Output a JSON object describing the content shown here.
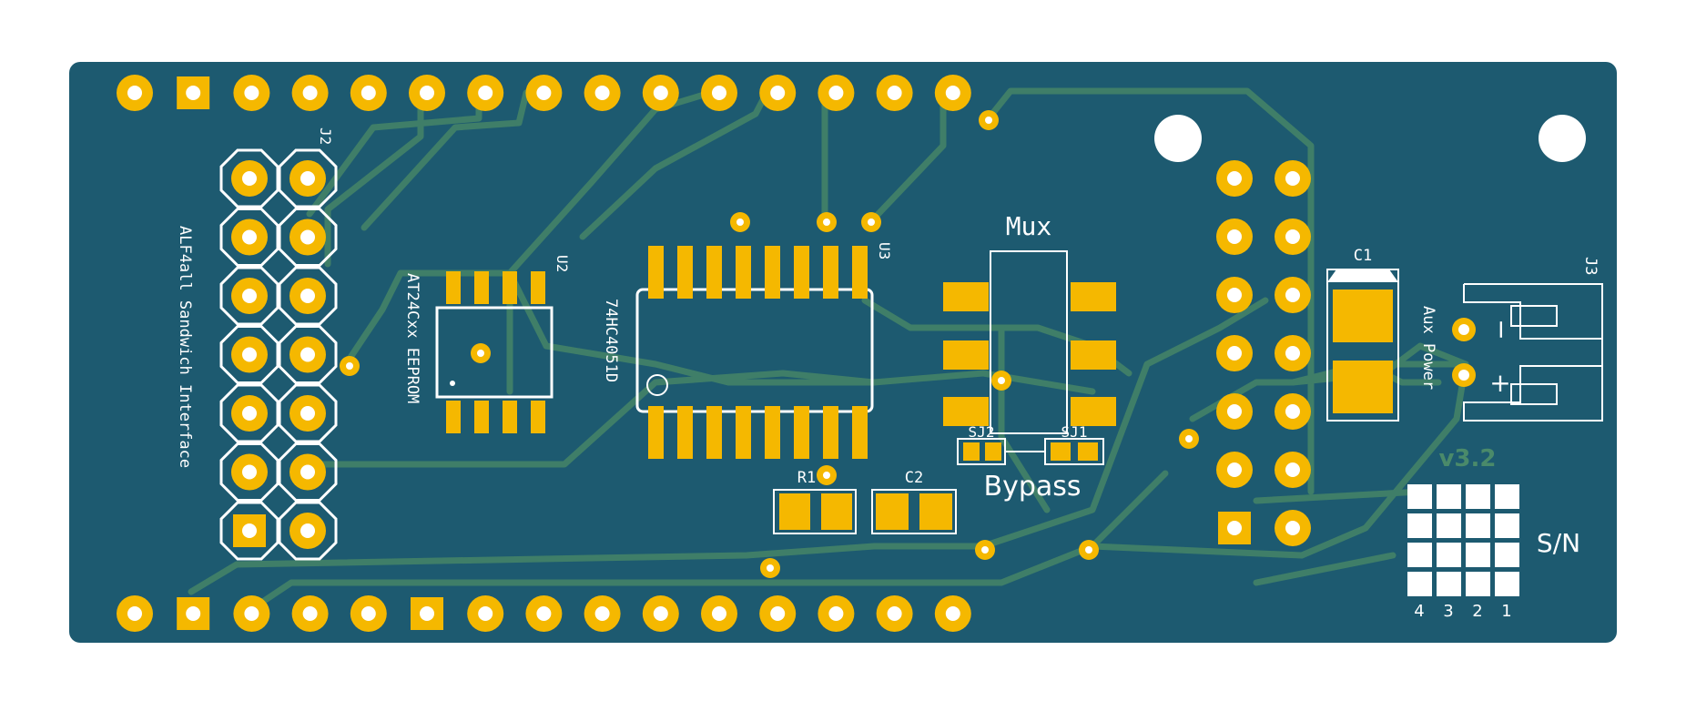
{
  "colors": {
    "board": "#1d5a70",
    "copper_trace": "#3f7e68",
    "pad": "#f5b800",
    "silkscreen": "#ffffff",
    "hole": "#ffffff",
    "version_text": "#4a8a6a"
  },
  "board": {
    "version": "v3.2",
    "serial_label": "S/N",
    "serial_columns": [
      "4",
      "3",
      "2",
      "1"
    ]
  },
  "headers": {
    "top_row_pins": 15,
    "bottom_row_pins": 15
  },
  "components": {
    "j2": {
      "ref": "J2",
      "label": "ALF4all Sandwich Interface",
      "pin_rows": 7
    },
    "u2": {
      "ref": "U2",
      "label": "AT24Cxx EEPROM"
    },
    "u3": {
      "ref": "U3",
      "label": "74HC4051D"
    },
    "mux": {
      "label": "Mux"
    },
    "sj2": {
      "ref": "SJ2"
    },
    "sj1": {
      "ref": "SJ1"
    },
    "bypass": {
      "label": "Bypass"
    },
    "r1": {
      "ref": "R1"
    },
    "c2": {
      "ref": "C2"
    },
    "c1": {
      "ref": "C1"
    },
    "j3": {
      "ref": "J3",
      "label": "Aux Power",
      "plus": "+",
      "minus": "−"
    },
    "socket": {
      "pin_rows": 7
    }
  }
}
